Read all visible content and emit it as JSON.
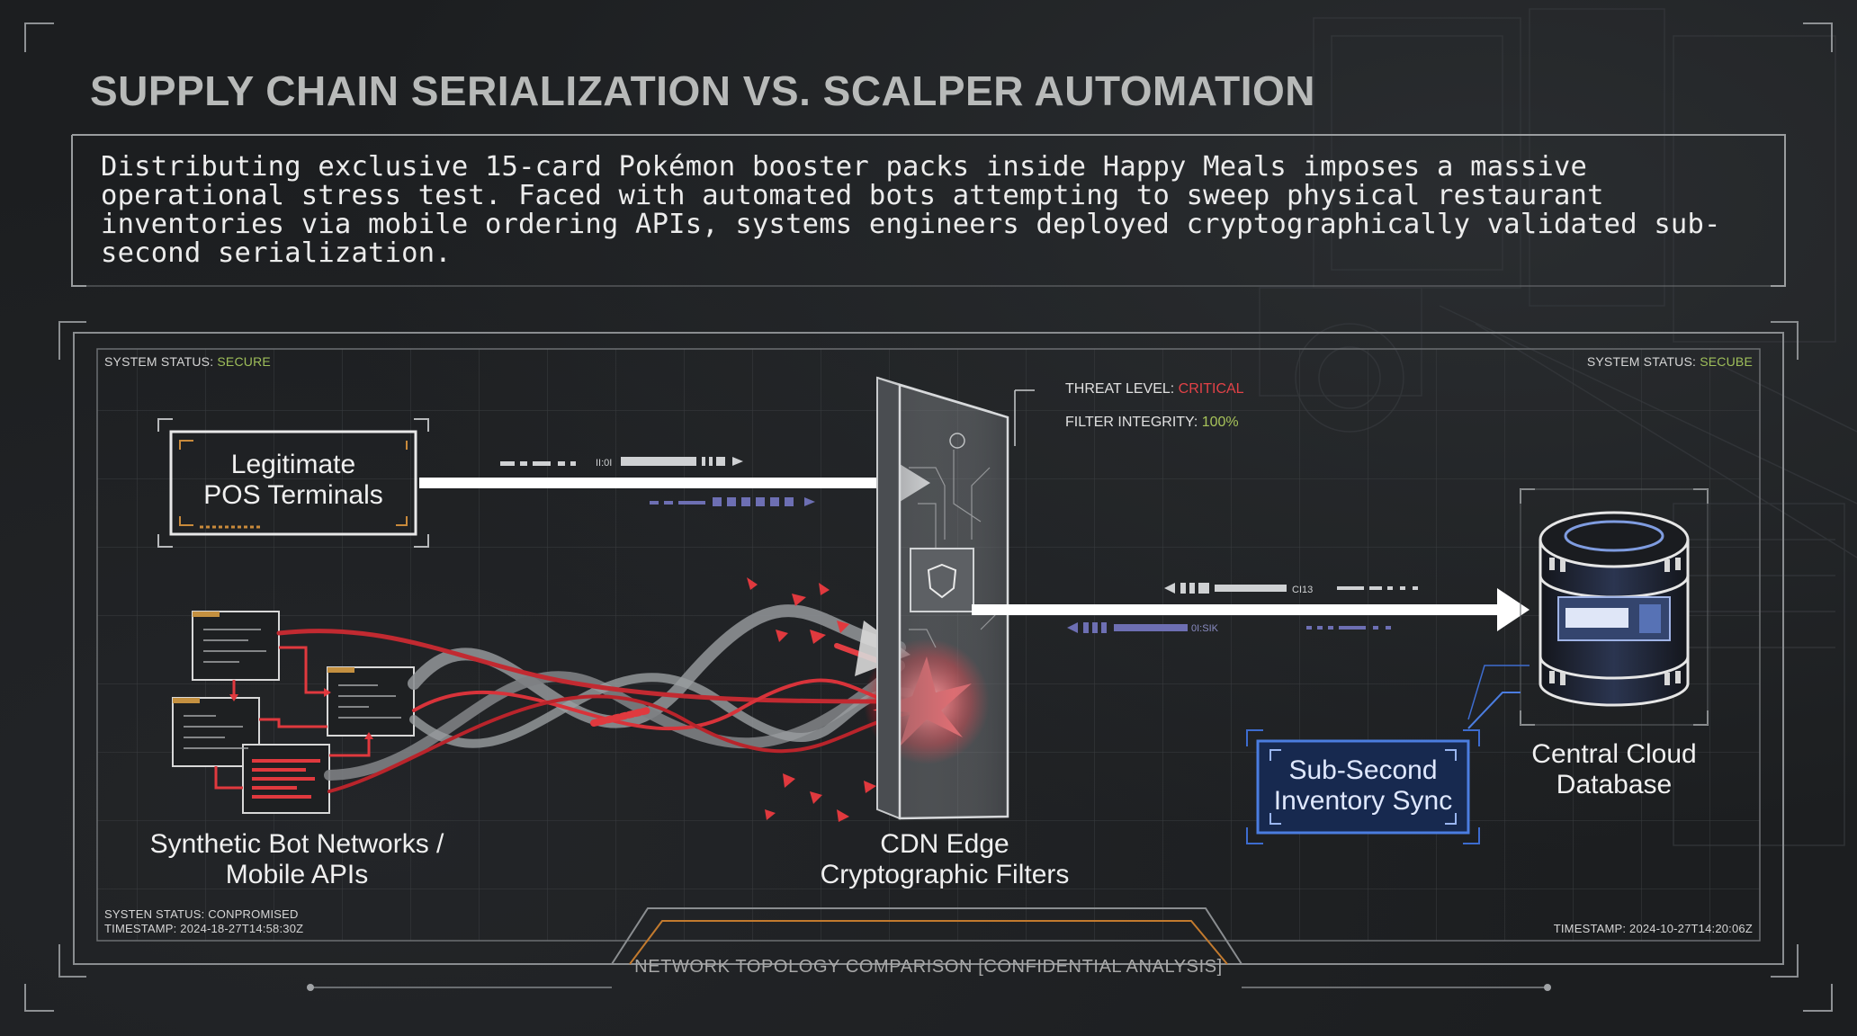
{
  "title": "SUPPLY CHAIN SERIALIZATION VS. SCALPER AUTOMATION",
  "description": "Distributing exclusive 15-card Pokémon booster packs inside Happy Meals imposes a massive operational stress test. Faced with automated bots attempting to sweep physical restaurant inventories via mobile ordering APIs, systems engineers deployed cryptographically validated sub-second serialization.",
  "status_top_left": {
    "label": "SYSTEM STATUS: ",
    "value": "SECURE"
  },
  "status_top_right": {
    "label": "SYSTEM STATUS: ",
    "value": "SECUBE"
  },
  "status_bottom_left": {
    "status": "SYSTEN STATUS: CONPROMISED",
    "timestamp": "TIMESTAMP: 2024-18-27T14:58:30Z"
  },
  "timestamp_bottom_right": "TIMESTAMP: 2024-10-27T14:20:06Z",
  "threat": {
    "label": "THREAT LEVEL: ",
    "value": "CRITICAL"
  },
  "filter": {
    "label": "FILTER INTEGRITY: ",
    "value": "100%"
  },
  "nodes": {
    "pos": {
      "line1": "Legitimate",
      "line2": "POS Terminals"
    },
    "bots": {
      "line1": "Synthetic Bot Networks /",
      "line2": "Mobile APIs"
    },
    "cdn": {
      "line1": "CDN Edge",
      "line2": "Cryptographic Filters"
    },
    "db": {
      "line1": "Central Cloud",
      "line2": "Database"
    },
    "sync": {
      "line1": "Sub-Second",
      "line2": "Inventory Sync"
    }
  },
  "footer": "NETWORK TOPOLOGY COMPARISON [CONFIDENTIAL ANALYSIS]",
  "colors": {
    "background": "#1c1e20",
    "accent_red": "#e0393e",
    "accent_blue": "#2a4a8c",
    "secure_green": "#9fbf5a",
    "arrow_white": "#ffffff"
  }
}
